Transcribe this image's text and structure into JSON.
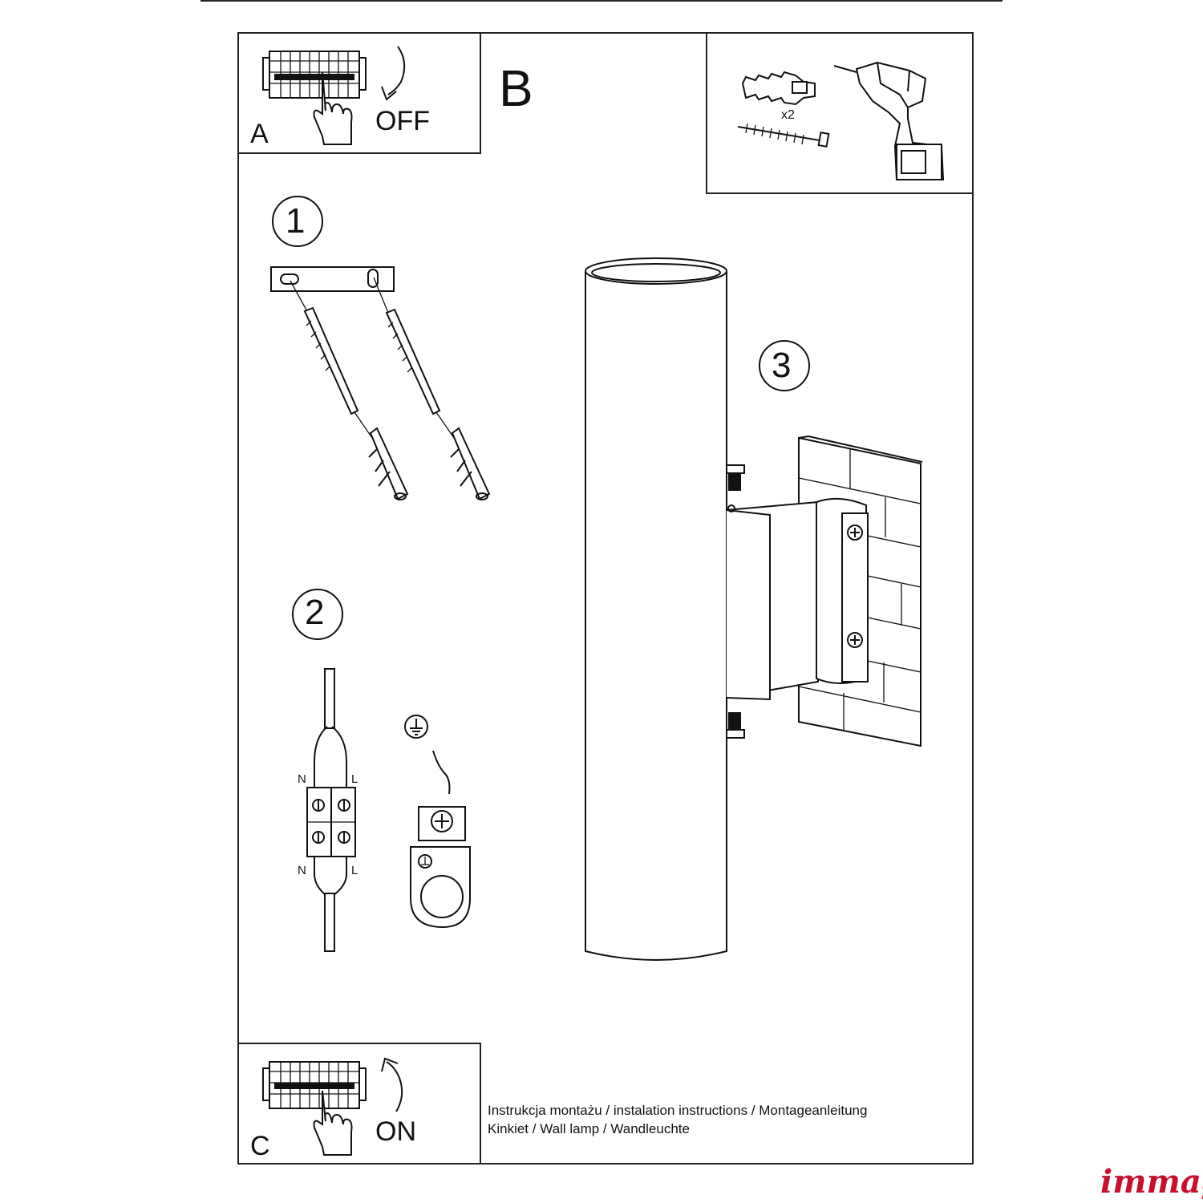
{
  "panels": {
    "a": {
      "letter": "A",
      "action": "OFF"
    },
    "b": {
      "letter": "B",
      "quantity": "x2"
    },
    "c": {
      "letter": "C",
      "action": "ON"
    }
  },
  "steps": [
    "1",
    "2",
    "3"
  ],
  "wiring": {
    "top_left": "N",
    "top_right": "L",
    "bottom_left": "N",
    "bottom_right": "L"
  },
  "caption": {
    "line1": "Instrukcja montażu / instalation instructions / Montageanleitung",
    "line2": "Kinkiet / Wall lamp / Wandleuchte"
  },
  "brand": "immag",
  "colors": {
    "brand": "#c8102e",
    "line": "#111111"
  }
}
